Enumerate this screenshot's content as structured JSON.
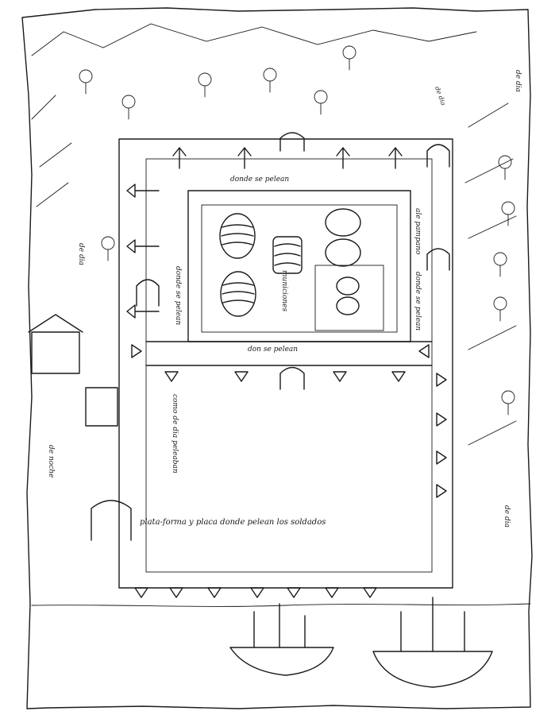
{
  "labels": {
    "top_wall": "donde se pelean",
    "bottom_inner_wall": "don se pelean",
    "inner_left": "donde se pelean",
    "inner_right_a": "ale pampano",
    "inner_right_b": "donde se pelean",
    "center_vertical": "municiones",
    "right_vertical_margin": "de dia",
    "top_right_corner": "de dia",
    "left_margin_a": "de dia",
    "left_margin_b": "de noche",
    "courtyard_left": "como de dia peleaban",
    "plaza": "plata-forma y placa donde pelean los soldados",
    "right_lower": "de dia"
  },
  "colors": {
    "ink": "#1a1a1a",
    "paper": "#ffffff"
  }
}
